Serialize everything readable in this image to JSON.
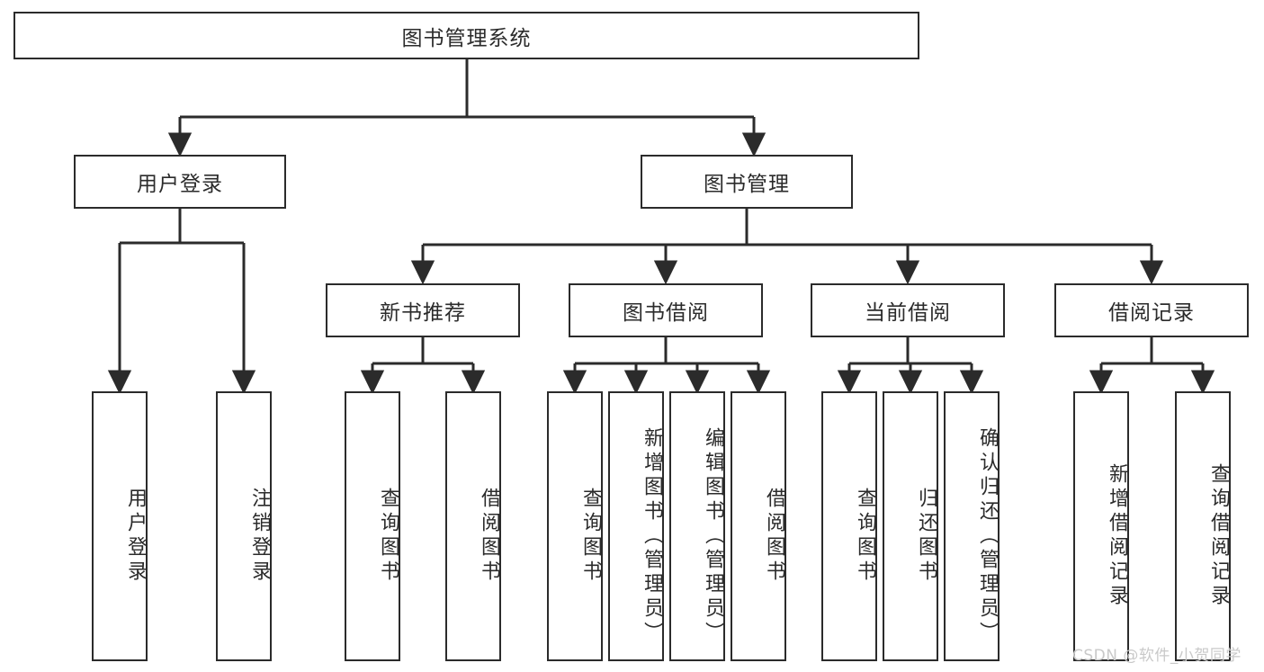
{
  "diagram": {
    "title": "图书管理系统",
    "type": "tree",
    "root": {
      "id": "root",
      "label": "图书管理系统"
    },
    "level2": [
      {
        "id": "user-login",
        "label": "用户登录"
      },
      {
        "id": "book-manage",
        "label": "图书管理"
      }
    ],
    "level3": [
      {
        "id": "new-book-rec",
        "label": "新书推荐",
        "parent": "book-manage"
      },
      {
        "id": "book-borrow",
        "label": "图书借阅",
        "parent": "book-manage"
      },
      {
        "id": "current-borrow",
        "label": "当前借阅",
        "parent": "book-manage"
      },
      {
        "id": "borrow-record",
        "label": "借阅记录",
        "parent": "book-manage"
      }
    ],
    "leaves": [
      {
        "id": "leaf-user-login",
        "label": "用户登录",
        "parent": "user-login"
      },
      {
        "id": "leaf-user-logout",
        "label": "注销登录",
        "parent": "user-login"
      },
      {
        "id": "leaf-rec-query",
        "label": "查询图书",
        "parent": "new-book-rec"
      },
      {
        "id": "leaf-rec-borrow",
        "label": "借阅图书",
        "parent": "new-book-rec"
      },
      {
        "id": "leaf-borrow-query",
        "label": "查询图书",
        "parent": "book-borrow"
      },
      {
        "id": "leaf-borrow-add",
        "label": "新增图书（管理员）",
        "parent": "book-borrow"
      },
      {
        "id": "leaf-borrow-edit",
        "label": "编辑图书（管理员）",
        "parent": "book-borrow"
      },
      {
        "id": "leaf-borrow-lend",
        "label": "借阅图书",
        "parent": "book-borrow"
      },
      {
        "id": "leaf-cur-query",
        "label": "查询图书",
        "parent": "current-borrow"
      },
      {
        "id": "leaf-cur-return",
        "label": "归还图书",
        "parent": "current-borrow"
      },
      {
        "id": "leaf-cur-confirm",
        "label": "确认归还（管理员）",
        "parent": "current-borrow"
      },
      {
        "id": "leaf-rec-add",
        "label": "新增借阅记录",
        "parent": "borrow-record"
      },
      {
        "id": "leaf-rec-query2",
        "label": "查询借阅记录",
        "parent": "borrow-record"
      }
    ]
  },
  "watermark": {
    "text": "CSDN @软件_小贺同学"
  },
  "colors": {
    "stroke": "#2b2b2b",
    "fill": "#ffffff",
    "text": "#2b2b2b",
    "watermark": "#c9c9c9"
  }
}
